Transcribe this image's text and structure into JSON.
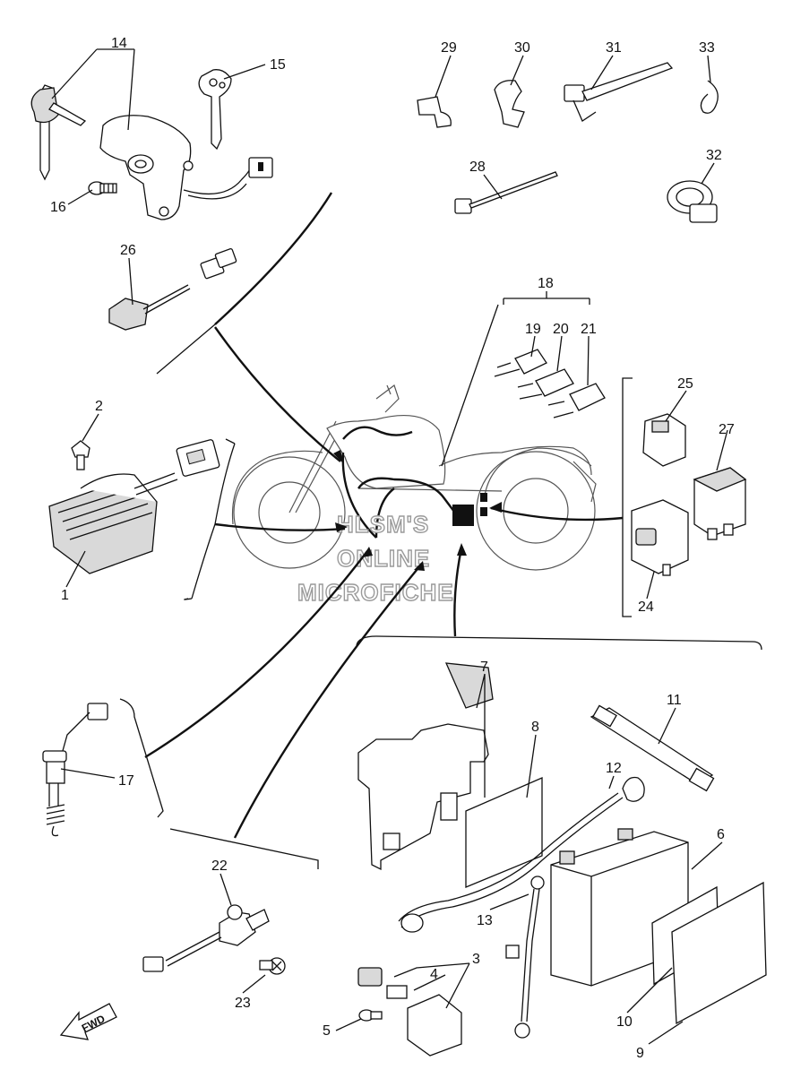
{
  "labels": {
    "p1": "1",
    "p2": "2",
    "p3": "3",
    "p4": "4",
    "p5": "5",
    "p6": "6",
    "p7": "7",
    "p8": "8",
    "p9": "9",
    "p10": "10",
    "p11": "11",
    "p12": "12",
    "p13": "13",
    "p14": "14",
    "p15": "15",
    "p16": "16",
    "p17": "17",
    "p18": "18",
    "p19": "19",
    "p20": "20",
    "p21": "21",
    "p22": "22",
    "p23": "23",
    "p24": "24",
    "p25": "25",
    "p26": "26",
    "p27": "27",
    "p28": "28",
    "p29": "29",
    "p30": "30",
    "p31": "31",
    "p32": "32",
    "p33": "33"
  },
  "watermark": {
    "line1": "HLSM'S",
    "line2": "ONLINE",
    "line3": "MICROFICHE"
  },
  "fwd_label": "FWD"
}
